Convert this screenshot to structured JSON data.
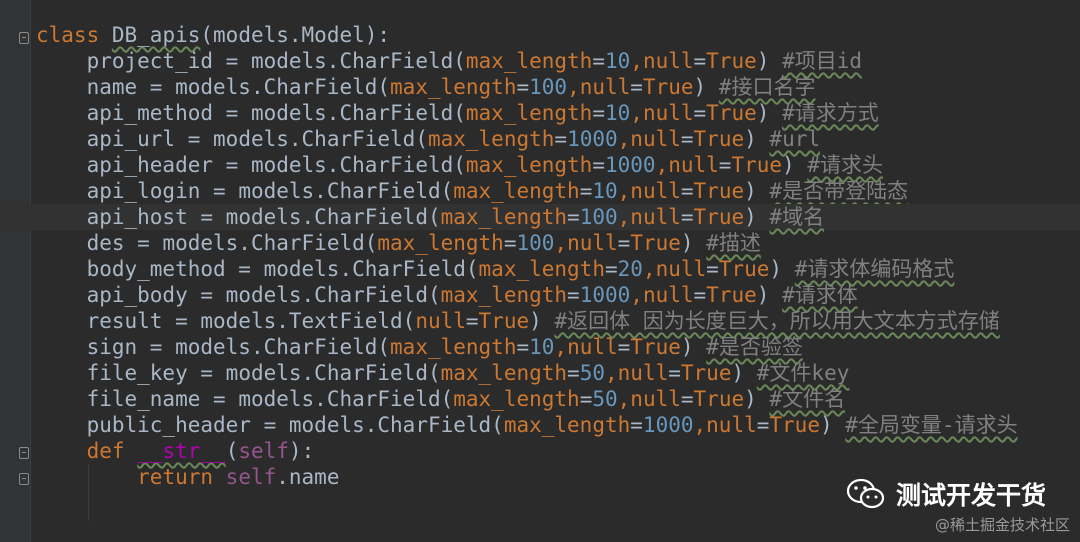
{
  "code": {
    "class_keyword": "class",
    "class_name": "DB_apis",
    "class_base": "(models.Model):",
    "fields": [
      {
        "name": "project_id",
        "eq": " = ",
        "call": "models.CharField(",
        "params": [
          [
            "max_length",
            "=",
            "10"
          ],
          [
            "null",
            "=",
            "True"
          ]
        ],
        "close": ")",
        "comment": "#项目id"
      },
      {
        "name": "name",
        "eq": " = ",
        "call": "models.CharField(",
        "params": [
          [
            "max_length",
            "=",
            "100"
          ],
          [
            "null",
            "=",
            "True"
          ]
        ],
        "close": ")",
        "comment": "#接口名字"
      },
      {
        "name": "api_method",
        "eq": " = ",
        "call": "models.CharField(",
        "params": [
          [
            "max_length",
            "=",
            "10"
          ],
          [
            "null",
            "=",
            "True"
          ]
        ],
        "close": ")",
        "comment": "#请求方式"
      },
      {
        "name": "api_url",
        "eq": " = ",
        "call": "models.CharField(",
        "params": [
          [
            "max_length",
            "=",
            "1000"
          ],
          [
            "null",
            "=",
            "True"
          ]
        ],
        "close": ")",
        "comment": "#url"
      },
      {
        "name": "api_header",
        "eq": " = ",
        "call": "models.CharField(",
        "params": [
          [
            "max_length",
            "=",
            "1000"
          ],
          [
            "null",
            "=",
            "True"
          ]
        ],
        "close": ")",
        "comment": "#请求头"
      },
      {
        "name": "api_login",
        "eq": " = ",
        "call": "models.CharField(",
        "params": [
          [
            "max_length",
            "=",
            "10"
          ],
          [
            "null",
            "=",
            "True"
          ]
        ],
        "close": ")",
        "comment": "#是否带登陆态"
      },
      {
        "name": "api_host",
        "eq": " = ",
        "call": "models.CharField(",
        "params": [
          [
            "max_length",
            "=",
            "100"
          ],
          [
            "null",
            "=",
            "True"
          ]
        ],
        "close": ")",
        "comment": "#域名"
      },
      {
        "name": "des",
        "eq": " = ",
        "call": "models.CharField(",
        "params": [
          [
            "max_length",
            "=",
            "100"
          ],
          [
            "null",
            "=",
            "True"
          ]
        ],
        "close": ")",
        "comment": "#描述"
      },
      {
        "name": "body_method",
        "eq": " = ",
        "call": "models.CharField(",
        "params": [
          [
            "max_length",
            "=",
            "20"
          ],
          [
            "null",
            "=",
            "True"
          ]
        ],
        "close": ")",
        "comment": "#请求体编码格式"
      },
      {
        "name": "api_body",
        "eq": " = ",
        "call": "models.CharField(",
        "params": [
          [
            "max_length",
            "=",
            "1000"
          ],
          [
            "null",
            "=",
            "True"
          ]
        ],
        "close": ")",
        "comment": "#请求体"
      },
      {
        "name": "result",
        "eq": " = ",
        "call": "models.TextField(",
        "params": [
          [
            "null",
            "=",
            "True"
          ]
        ],
        "close": ")",
        "comment": "#返回体 因为长度巨大，所以用大文本方式存储"
      },
      {
        "name": "sign",
        "eq": " = ",
        "call": "models.CharField(",
        "params": [
          [
            "max_length",
            "=",
            "10"
          ],
          [
            "null",
            "=",
            "True"
          ]
        ],
        "close": ")",
        "comment": "#是否验签"
      },
      {
        "name": "file_key",
        "eq": " = ",
        "call": "models.CharField(",
        "params": [
          [
            "max_length",
            "=",
            "50"
          ],
          [
            "null",
            "=",
            "True"
          ]
        ],
        "close": ")",
        "comment": "#文件key"
      },
      {
        "name": "file_name",
        "eq": " = ",
        "call": "models.CharField(",
        "params": [
          [
            "max_length",
            "=",
            "50"
          ],
          [
            "null",
            "=",
            "True"
          ]
        ],
        "close": ")",
        "comment": "#文件名"
      },
      {
        "name": "public_header",
        "eq": " = ",
        "call": "models.CharField(",
        "params": [
          [
            "max_length",
            "=",
            "1000"
          ],
          [
            "null",
            "=",
            "True"
          ]
        ],
        "close": ")",
        "comment": "#全局变量-请求头"
      }
    ],
    "def_keyword": "def",
    "def_name": "__str__",
    "def_open": "(",
    "def_self": "self",
    "def_close": "):",
    "return_keyword": "return",
    "return_self": "self",
    "return_attr": ".name"
  },
  "watermark": {
    "icon": "wechat-icon",
    "text": "测试开发干货",
    "site": "@稀土掘金技术社区"
  },
  "colors": {
    "background": "#2b2b2b",
    "keyword": "#cc7832",
    "number": "#6897bb",
    "comment": "#808080",
    "text": "#a9b7c6"
  }
}
